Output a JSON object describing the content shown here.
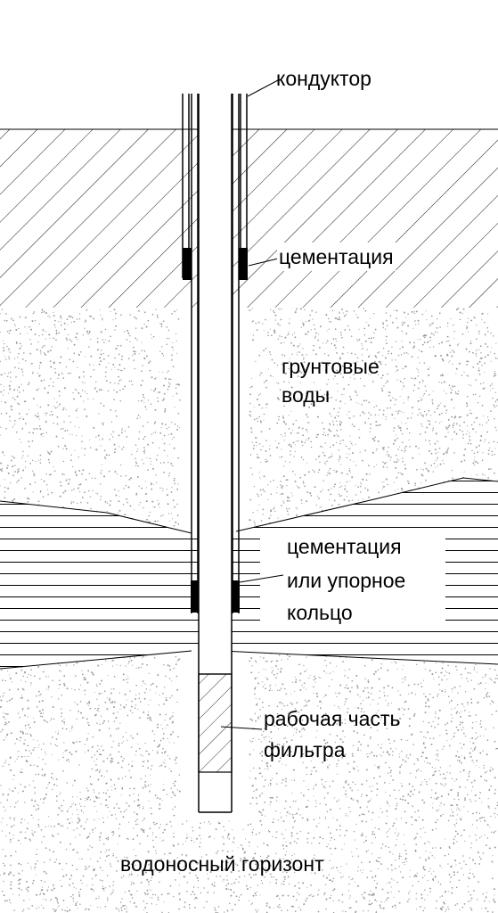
{
  "labels": {
    "conductor": "кондуктор",
    "cementation_top": "цементация",
    "groundwater_line1": "грунтовые",
    "groundwater_line2": "воды",
    "cementation_lower_line1": "цементация",
    "cementation_lower_line2": "или упорное",
    "cementation_lower_line3": "кольцо",
    "filter_line1": "рабочая часть",
    "filter_line2": "фильтра",
    "aquifer": "водоносный горизонт"
  },
  "layers": [
    "clay-hatched",
    "sand-groundwater",
    "aquitard-horizontal-lines",
    "aquifer-sand"
  ],
  "colors": {
    "line": "#000000",
    "stipple": "#9a9a9a",
    "background": "#ffffff"
  }
}
